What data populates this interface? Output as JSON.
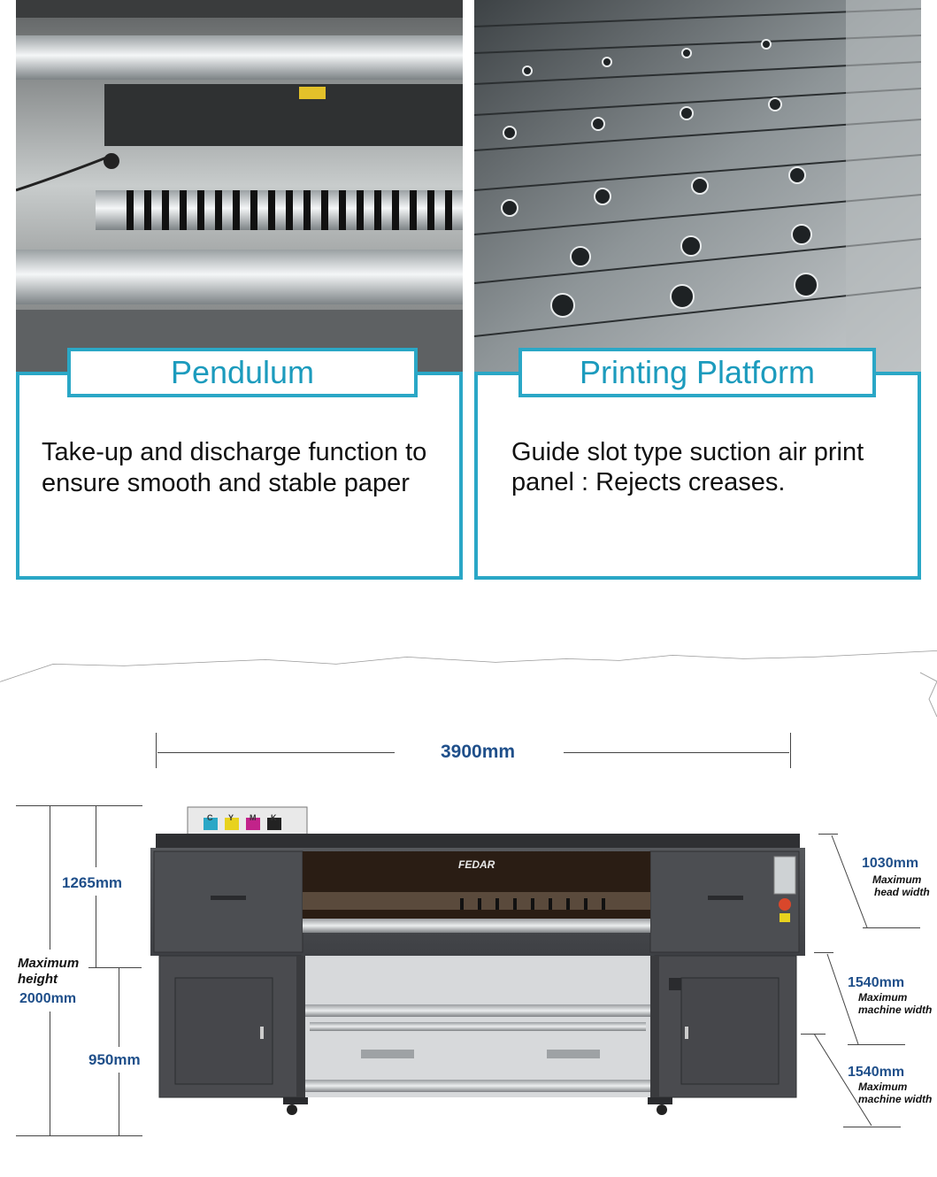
{
  "features": [
    {
      "title": "Pendulum",
      "description": "Take-up and discharge function to ensure smooth and stable paper"
    },
    {
      "title": "Printing Platform",
      "description": "Guide slot type suction air print panel : Rejects creases."
    }
  ],
  "diagram": {
    "total_width": "3900mm",
    "upper_height": "1265mm",
    "lower_height": "950mm",
    "max_height_label_1": "Maximum",
    "max_height_label_2": "height",
    "max_height_value": "2000mm",
    "brand": "FEDAR",
    "ink_labels": [
      "C",
      "Y",
      "M",
      "K"
    ],
    "right_dims": [
      {
        "value": "1030mm",
        "label_1": "Maximum",
        "label_2": "head width"
      },
      {
        "value": "1540mm",
        "label_1": "Maximum",
        "label_2": "machine width"
      },
      {
        "value": "1540mm",
        "label_1": "Maximum",
        "label_2": "machine width"
      }
    ]
  },
  "colors": {
    "accent": "#2aa7c6",
    "dimension_blue": "#1f4f8a",
    "machine_body": "#4a4b4f"
  }
}
